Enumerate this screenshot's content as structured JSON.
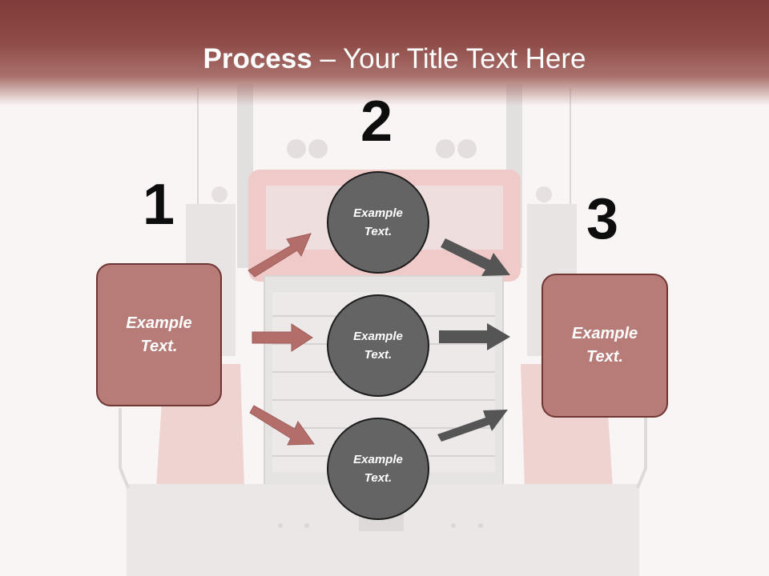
{
  "title": {
    "bold": "Process",
    "rest": " – Your Title Text Here"
  },
  "steps": {
    "one": "1",
    "two": "2",
    "three": "3"
  },
  "left_box": {
    "label": "Example\nText."
  },
  "right_box": {
    "label": "Example\nText."
  },
  "circles": [
    {
      "label": "Example\nText."
    },
    {
      "label": "Example\nText."
    },
    {
      "label": "Example\nText."
    }
  ],
  "colors": {
    "header": "#8e4b47",
    "box_fill": "#b87c78",
    "circle_fill": "#646464",
    "arrow_red": "#b36e6a",
    "arrow_gray": "#555555"
  }
}
